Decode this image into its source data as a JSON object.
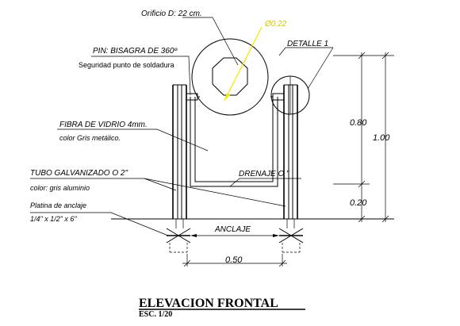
{
  "labels": {
    "orificio": "Orificio D: 22 cm.",
    "diameter_mark": "Ø0.22",
    "pin_title": "PIN: BISAGRA DE 360º",
    "pin_sub": "Seguridad punto de soldadura",
    "detalle": "DETALLE 1",
    "fibra_title": "FIBRA DE VIDRIO 4mm.",
    "fibra_sub": "color Gris metálico.",
    "tubo_title": "TUBO GALVANIZADO  O  2\"",
    "tubo_sub": "color: gris aluminio",
    "drenaje": "DRENAJE  O  \"",
    "platina_title": "Platina de anclaje",
    "platina_sub": "1/4\" x 1/2\" x 6\"",
    "anclaje": "ANCLAJE"
  },
  "dimensions": {
    "dim_080": "0.80",
    "dim_020": "0.20",
    "dim_100": "1.00",
    "dim_050": "0.50"
  },
  "title": {
    "main": "ELEVACION  FRONTAL",
    "scale": "ESC. 1/20"
  },
  "colors": {
    "line": "#000000",
    "diameter_accent": "#f2ea00"
  }
}
